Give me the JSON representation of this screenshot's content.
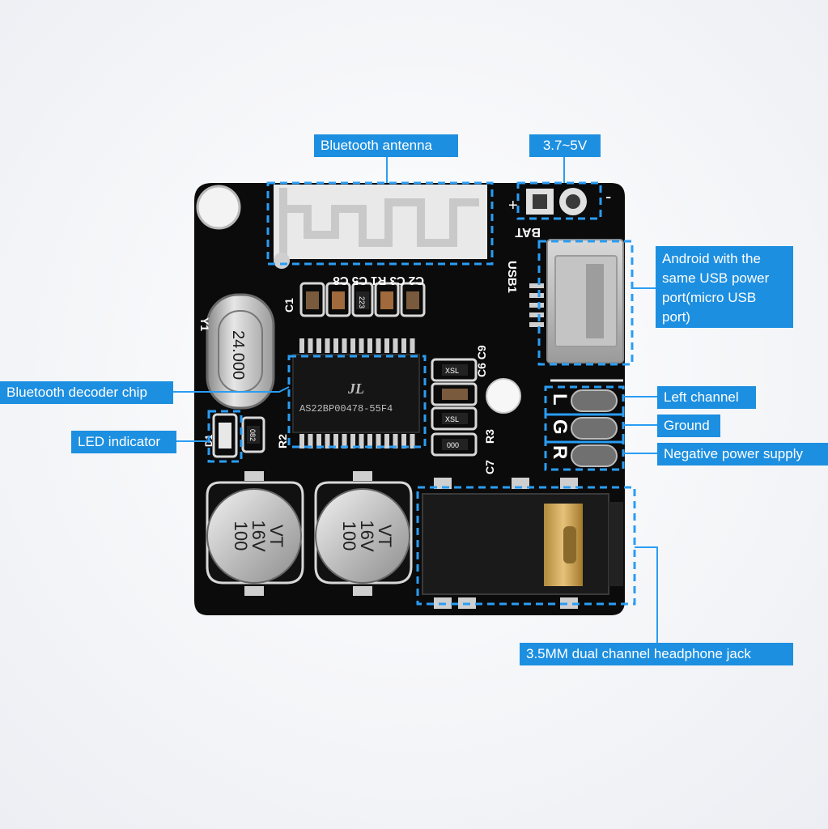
{
  "labels": {
    "bluetooth_antenna": "Bluetooth antenna",
    "voltage": "3.7~5V",
    "usb_power": "Android with the same USB power port(micro USB port)",
    "decoder_chip": "Bluetooth decoder chip",
    "led_indicator": "LED indicator",
    "left_channel": "Left channel",
    "ground": "Ground",
    "negative_power": "Negative power supply",
    "headphone_jack": "3.5MM dual channel headphone jack"
  },
  "board": {
    "chip_logo": "JL",
    "chip_marking": "AS22BP00478-55F4",
    "crystal_marking": "24.000",
    "crystal_ref": "Y1",
    "capacitor_text": [
      "100",
      "16V",
      "VT"
    ],
    "pad_letters": [
      "L",
      "G",
      "R"
    ],
    "silk": {
      "bat": "BAT",
      "plus": "+",
      "minus": "-",
      "usb1": "USB1",
      "c1": "C1",
      "caps_top": "C2 C3 R1 C5 C8",
      "c6c9": "C6 C9",
      "r3": "R3",
      "c7": "C7",
      "r2": "R2",
      "led_ref": "D1"
    },
    "resistor_codes": [
      "223",
      "XSL",
      "XSL",
      "000",
      "082"
    ]
  },
  "colors": {
    "callout": "#1d8fe0",
    "dash": "#2a9df4",
    "board": "#0a0a0a"
  }
}
